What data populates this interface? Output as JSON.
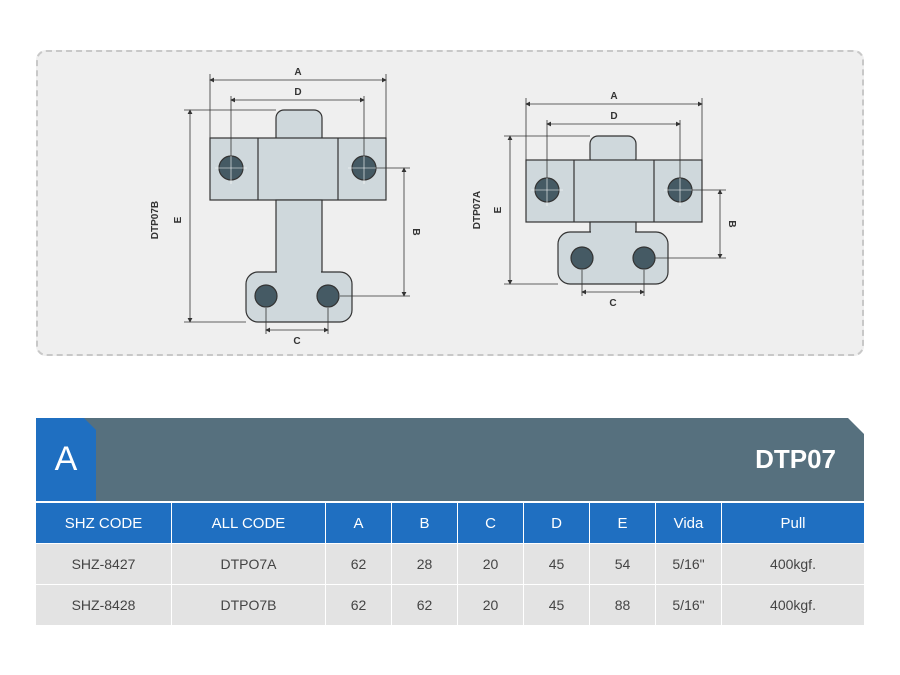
{
  "drawing": {
    "part_b": {
      "label": "DTP07B",
      "dims": {
        "a": "A",
        "d": "D",
        "e": "E",
        "b": "B",
        "c": "C"
      }
    },
    "part_a": {
      "label": "DTP07A",
      "dims": {
        "a": "A",
        "d": "D",
        "e": "E",
        "b": "B",
        "c": "C"
      }
    }
  },
  "band": {
    "letter": "A",
    "title": "DTP07"
  },
  "colors": {
    "header_blue": "#1f6fc1",
    "band_slate": "#56707e",
    "part_fill": "#cfd8dc",
    "hole_fill": "#455a64"
  },
  "table": {
    "headers": [
      "SHZ CODE",
      "ALL CODE",
      "A",
      "B",
      "C",
      "D",
      "E",
      "Vida",
      "Pull"
    ],
    "rows": [
      [
        "SHZ-8427",
        "DTPO7A",
        "62",
        "28",
        "20",
        "45",
        "54",
        "5/16\"",
        "400kgf."
      ],
      [
        "SHZ-8428",
        "DTPO7B",
        "62",
        "62",
        "20",
        "45",
        "88",
        "5/16\"",
        "400kgf."
      ]
    ]
  }
}
